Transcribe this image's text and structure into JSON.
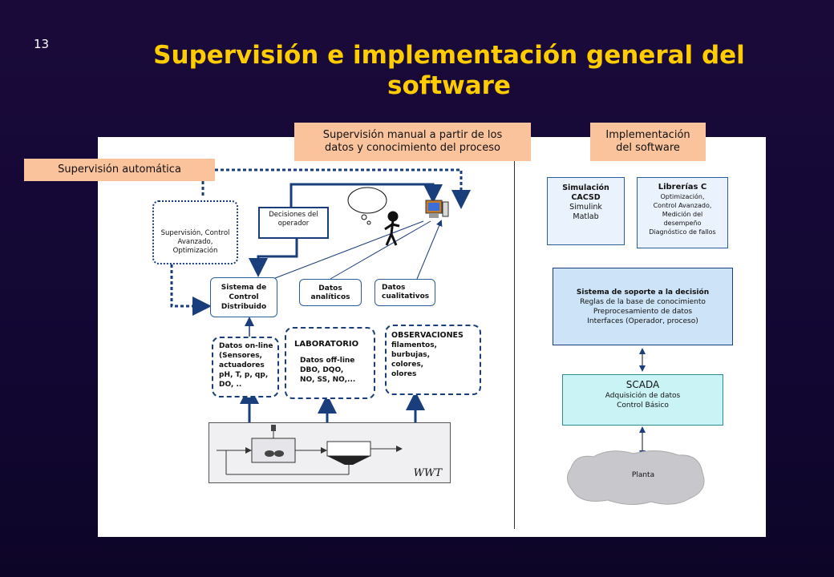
{
  "slide_number": "13",
  "title": {
    "line1": "Supervisión e implementación general del",
    "line2": "software"
  },
  "callouts": {
    "automatic": "Supervisión automática",
    "manual_line1": "Supervisión manual a partir de los",
    "manual_line2": "datos y conocimiento del proceso",
    "impl_line1": "Implementación",
    "impl_line2": "del software"
  },
  "left_diagram": {
    "supervision_box": {
      "line1": "Supervisión, Control",
      "line2": "Avanzado,",
      "line3": "Optimización"
    },
    "decisiones_box": {
      "line1": "Decisiones del",
      "line2": "operador"
    },
    "scd_box": {
      "line1": "Sistema de",
      "line2": "Control",
      "line3": "Distribuido"
    },
    "analiticos_box": {
      "line1": "Datos",
      "line2": "analíticos"
    },
    "cualitativos_box": {
      "line1": "Datos",
      "line2": "cualitativos"
    },
    "online_box": {
      "line1": "Datos on-line",
      "line2": "(Sensores,",
      "line3": "actuadores",
      "line4": "pH, T, p, qp,",
      "line5": "DO, .."
    },
    "laboratorio_box": {
      "title": "LABORATORIO",
      "line1": "Datos off-line",
      "line2": "DBO, DQO,",
      "line3": "NO, SS, NO,..."
    },
    "observaciones_box": {
      "title": "OBSERVACIONES",
      "line1": "filamentos,",
      "line2": "burbujas,",
      "line3": "colores,",
      "line4": "olores"
    },
    "plant_label": "WWT"
  },
  "right_diagram": {
    "simulacion_box": {
      "line1": "Simulación",
      "line2": "CACSD",
      "line3": "Simulink",
      "line4": "Matlab"
    },
    "librerias_box": {
      "title": "Librerías C",
      "line1": "Optimización,",
      "line2": "Control Avanzado,",
      "line3": "Medición del",
      "line4": "desempeño",
      "line5": "Diagnóstico de fallos"
    },
    "soporte_box": {
      "title": "Sistema de soporte a la decisión",
      "line1": "Reglas de la base de conocimiento",
      "line2": "Preprocesamiento de datos",
      "line3": "Interfaces (Operador, proceso)"
    },
    "scada_box": {
      "title": "SCADA",
      "line1": "Adquisición de datos",
      "line2": "Control Básico"
    },
    "planta_label": "Planta"
  },
  "colors": {
    "background": "#160838",
    "title": "#ffcc00",
    "callout": "#fbc39c",
    "line": "#1a3d7c"
  }
}
